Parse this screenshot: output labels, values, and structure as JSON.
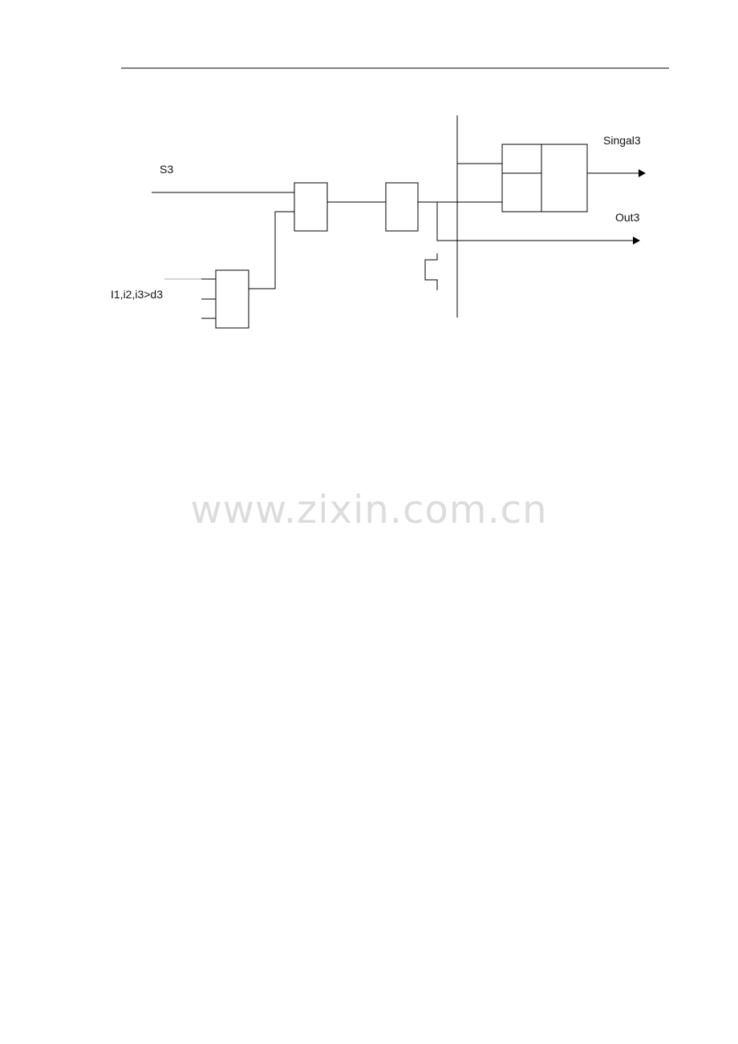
{
  "labels": {
    "s3": "S3",
    "currents": "I1,i2,i3>d3",
    "signal": "Singal3",
    "out": "Out3"
  },
  "watermark": "www.zixin.com.cn",
  "colors": {
    "stroke": "#000000",
    "text": "#111111",
    "watermark": "#dcdcdc"
  }
}
